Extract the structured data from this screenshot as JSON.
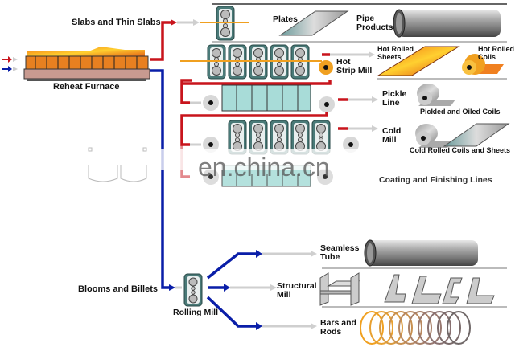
{
  "title": "Steel Rolling Process Flow",
  "colors": {
    "hot_flow": "#c8141c",
    "bloom_flow": "#0a1ea8",
    "grey_arrow": "#c8c8c8",
    "orange_strip": "#f0a020",
    "mill_stand": "#4a7a78",
    "pickle_tank": "#a8dcd8",
    "divider": "#666666"
  },
  "source": {
    "furnace_label": "Reheat Furnace",
    "slabs_label": "Slabs and Thin Slabs",
    "blooms_label": "Blooms and Billets"
  },
  "plate_mill": {
    "plates_label": "Plates",
    "pipe_label_1": "Pipe",
    "pipe_label_2": "Products"
  },
  "hot_strip": {
    "label_1": "Hot",
    "label_2": "Strip Mill",
    "sheets_label_1": "Hot Rolled",
    "sheets_label_2": "Sheets",
    "coils_label_1": "Hot Rolled",
    "coils_label_2": "Coils"
  },
  "pickle": {
    "label_1": "Pickle",
    "label_2": "Line",
    "product_label": "Pickled and Oiled Coils"
  },
  "cold": {
    "label_1": "Cold",
    "label_2": "Mill",
    "product_label": "Cold Rolled Coils and Sheets"
  },
  "coating": {
    "label": "Coating and Finishing Lines"
  },
  "rolling_mill": {
    "label": "Rolling Mill",
    "seamless_1": "Seamless",
    "seamless_2": "Tube",
    "structural_1": "Structural",
    "structural_2": "Mill",
    "bars_1": "Bars and",
    "bars_2": "Rods"
  },
  "watermark": "en.china.cn"
}
